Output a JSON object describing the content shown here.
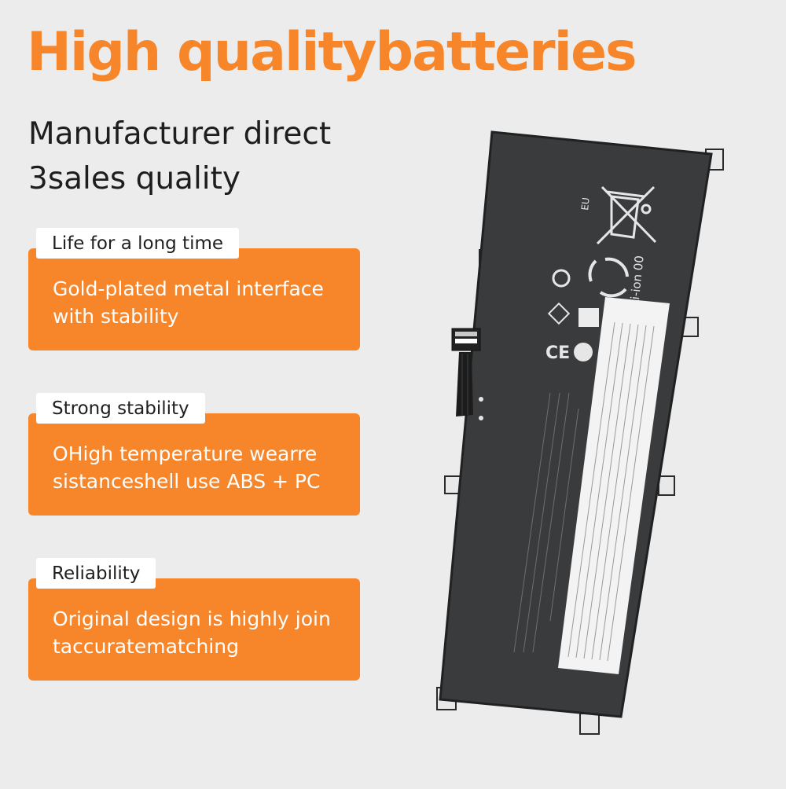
{
  "headline": "High qualitybatteries",
  "subheadline": {
    "line1": "Manufacturer direct",
    "line2": "3sales quality"
  },
  "features": [
    {
      "tag": "Life for a long time",
      "text": "Gold-plated metal interface with stability"
    },
    {
      "tag": "Strong stability",
      "text": "OHigh temperature wearre sistanceshell use ABS + PC"
    },
    {
      "tag": "Reliability",
      "text": "Original design is highly join taccuratematching"
    }
  ],
  "battery": {
    "label_text": "Li-ion 00",
    "eu_mark": "EU",
    "ce_mark": "CE",
    "colors": {
      "body": "#3a3b3d",
      "label": "#f3f3f3",
      "accent": "#f7862a"
    },
    "icons": [
      "crossed-bin-icon",
      "recycle-icon",
      "ce-icon",
      "certification-icon"
    ]
  }
}
